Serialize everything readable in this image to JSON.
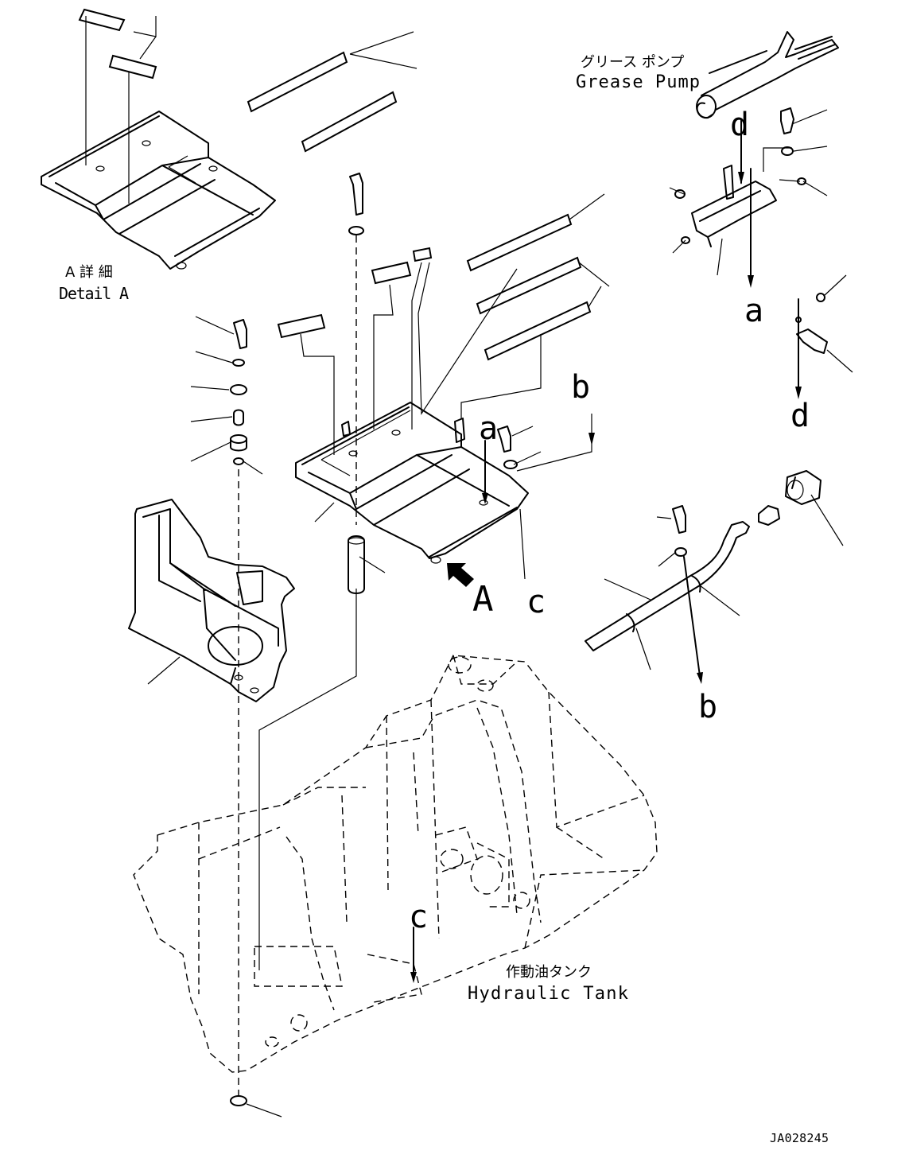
{
  "labels": {
    "grease_pump_jp": "グリース ポンプ",
    "grease_pump_en": "Grease Pump",
    "detail_a_jp": "A 詳 細",
    "detail_a_en": "Detail A",
    "hydraulic_tank_jp": "作動油タンク",
    "hydraulic_tank_en": "Hydraulic Tank",
    "view_arrow": "A",
    "drawing_number": "JA028245"
  },
  "reference_letters": {
    "a_top": "a",
    "a_mid": "a",
    "b_top": "b",
    "b_bottom": "b",
    "c_mid": "c",
    "c_bottom": "c",
    "d_top": "d",
    "d_bottom": "d"
  }
}
